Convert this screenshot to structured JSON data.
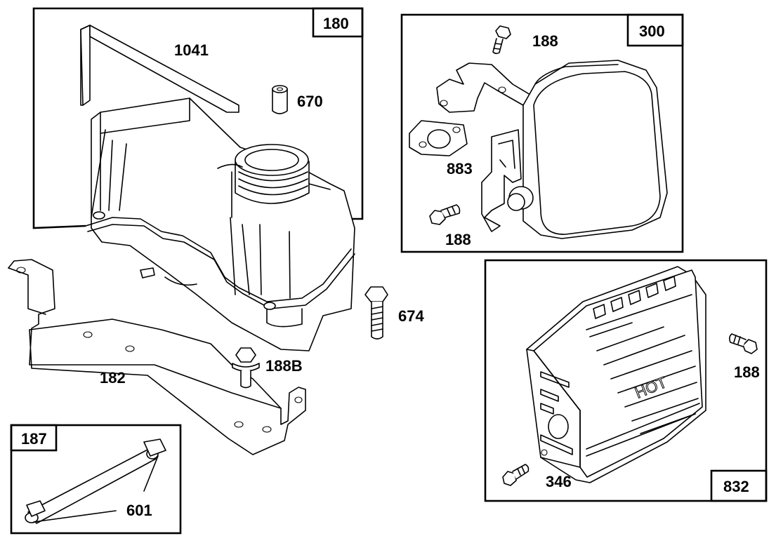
{
  "groups": {
    "g180": {
      "number": "180",
      "labels": {
        "p1041": "1041",
        "p670": "670"
      }
    },
    "g300": {
      "number": "300",
      "labels": {
        "p188a": "188",
        "p883": "883",
        "p188b": "188"
      }
    },
    "g832": {
      "number": "832",
      "labels": {
        "p188": "188",
        "p346": "346"
      }
    },
    "g187": {
      "number": "187",
      "labels": {
        "p601": "601"
      }
    }
  },
  "loose_parts": {
    "p674": "674",
    "p188B": "188B",
    "p182": "182"
  },
  "decal_text": "HOT"
}
